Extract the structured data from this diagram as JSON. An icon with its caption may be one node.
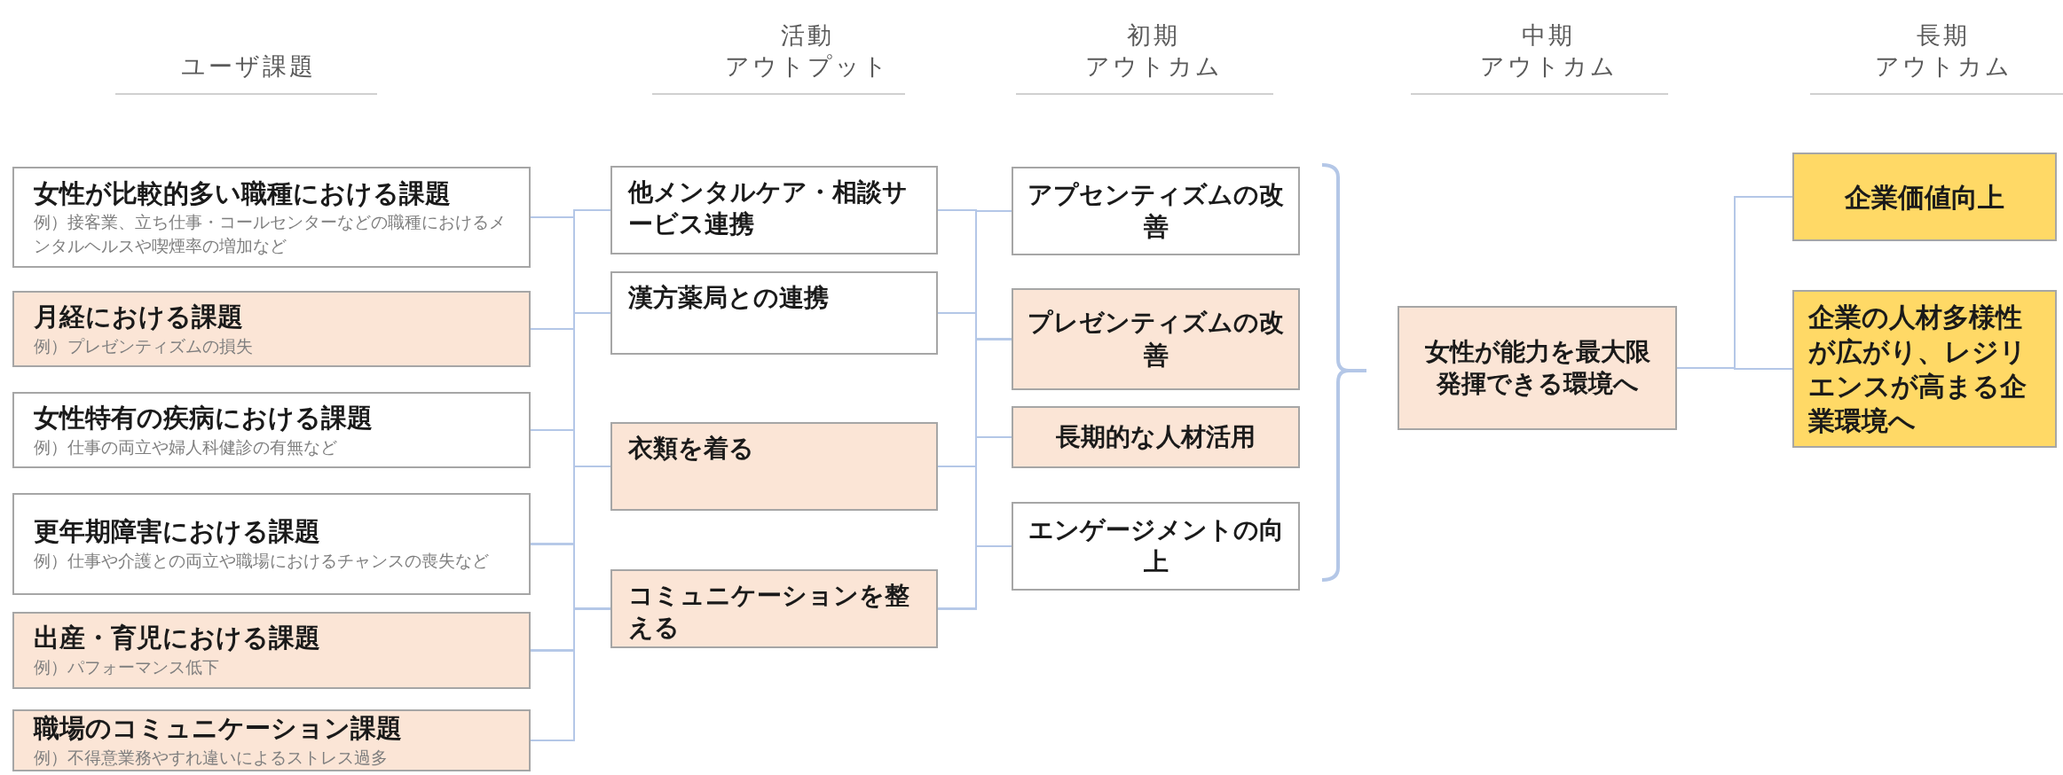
{
  "diagram": {
    "nodes": [
      {
        "text": [
          "女性が比較的多い職種における課題",
          "例）接客業、立ち仕事・コールセンターなどの職種におけるメンタルヘルスや喫煙率の増加など"
        ]
      },
      {
        "text": [
          "月経における課題",
          "例）プレゼンティズムの損失"
        ]
      },
      {
        "text": [
          "女性特有の疾病における課題",
          "例）仕事の両立や婦人科健診の有無など"
        ]
      },
      {
        "text": [
          "更年期障害における課題",
          "例）仕事や介護との両立や職場におけるチャンスの喪失など"
        ]
      },
      {
        "text": [
          "出産・育児における課題",
          "例）パフォーマンス低下"
        ]
      },
      {
        "text": [
          "職場のコミュニケーション課題",
          "例）不得意業務やすれ違いによるストレス過多"
        ]
      },
      {
        "text": [
          "他メンタルケア・相談サービス連携"
        ]
      },
      {
        "text": [
          "漢方薬局との連携"
        ]
      },
      {
        "text": [
          "衣類を着る"
        ]
      },
      {
        "text": [
          "コミュニケーションを整える"
        ]
      },
      {
        "text": [
          "アプセンティズムの改善"
        ]
      },
      {
        "text": [
          "プレゼンティズムの改善"
        ]
      },
      {
        "text": [
          "長期的な人材活用"
        ]
      },
      {
        "text": [
          "エンゲージメントの向上"
        ]
      },
      {
        "text": [
          "女性が能力を最大限発揮できる環境へ"
        ]
      },
      {
        "text": [
          "企業価値向上"
        ]
      },
      {
        "text": [
          "企業の人材多様性が広がり、レジリエンスが高まる企業環境へ"
        ]
      }
    ],
    "edges": [
      {
        "from": 0,
        "to": 6,
        "arrow": "none"
      },
      {
        "from": 0,
        "to": 7,
        "arrow": "none"
      },
      {
        "from": 0,
        "to": 8,
        "arrow": "none"
      },
      {
        "from": 0,
        "to": 9,
        "arrow": "none"
      },
      {
        "from": 1,
        "to": 6,
        "arrow": "none"
      },
      {
        "from": 1,
        "to": 7,
        "arrow": "none"
      },
      {
        "from": 1,
        "to": 8,
        "arrow": "none"
      },
      {
        "from": 1,
        "to": 9,
        "arrow": "none"
      },
      {
        "from": 2,
        "to": 6,
        "arrow": "none"
      },
      {
        "from": 2,
        "to": 7,
        "arrow": "none"
      },
      {
        "from": 2,
        "to": 8,
        "arrow": "none"
      },
      {
        "from": 2,
        "to": 9,
        "arrow": "none"
      },
      {
        "from": 3,
        "to": 6,
        "arrow": "none"
      },
      {
        "from": 3,
        "to": 7,
        "arrow": "none"
      },
      {
        "from": 3,
        "to": 8,
        "arrow": "none"
      },
      {
        "from": 3,
        "to": 9,
        "arrow": "none"
      },
      {
        "from": 4,
        "to": 6,
        "arrow": "none"
      },
      {
        "from": 4,
        "to": 7,
        "arrow": "none"
      },
      {
        "from": 4,
        "to": 8,
        "arrow": "none"
      },
      {
        "from": 4,
        "to": 9,
        "arrow": "none"
      },
      {
        "from": 5,
        "to": 6,
        "arrow": "none"
      },
      {
        "from": 5,
        "to": 7,
        "arrow": "none"
      },
      {
        "from": 5,
        "to": 8,
        "arrow": "none"
      },
      {
        "from": 5,
        "to": 9,
        "arrow": "none"
      },
      {
        "from": 6,
        "to": 10,
        "arrow": "none"
      },
      {
        "from": 6,
        "to": 11,
        "arrow": "none"
      },
      {
        "from": 6,
        "to": 12,
        "arrow": "none"
      },
      {
        "from": 6,
        "to": 13,
        "arrow": "none"
      },
      {
        "from": 7,
        "to": 10,
        "arrow": "none"
      },
      {
        "from": 7,
        "to": 11,
        "arrow": "none"
      },
      {
        "from": 7,
        "to": 12,
        "arrow": "none"
      },
      {
        "from": 7,
        "to": 13,
        "arrow": "none"
      },
      {
        "from": 8,
        "to": 10,
        "arrow": "none"
      },
      {
        "from": 8,
        "to": 11,
        "arrow": "none"
      },
      {
        "from": 8,
        "to": 12,
        "arrow": "none"
      },
      {
        "from": 8,
        "to": 13,
        "arrow": "none"
      },
      {
        "from": 9,
        "to": 10,
        "arrow": "none"
      },
      {
        "from": 9,
        "to": 11,
        "arrow": "none"
      },
      {
        "from": 9,
        "to": 12,
        "arrow": "none"
      },
      {
        "from": 9,
        "to": 13,
        "arrow": "none"
      },
      {
        "from": 14,
        "to": 15,
        "arrow": "none"
      },
      {
        "from": 14,
        "to": 16,
        "arrow": "none"
      }
    ],
    "labels": [
      "活動",
      "初期",
      "中期",
      "長期",
      "ユーザ課題",
      "アウトプット",
      "アウトカム",
      "アウトカム",
      "アウトカム"
    ]
  }
}
